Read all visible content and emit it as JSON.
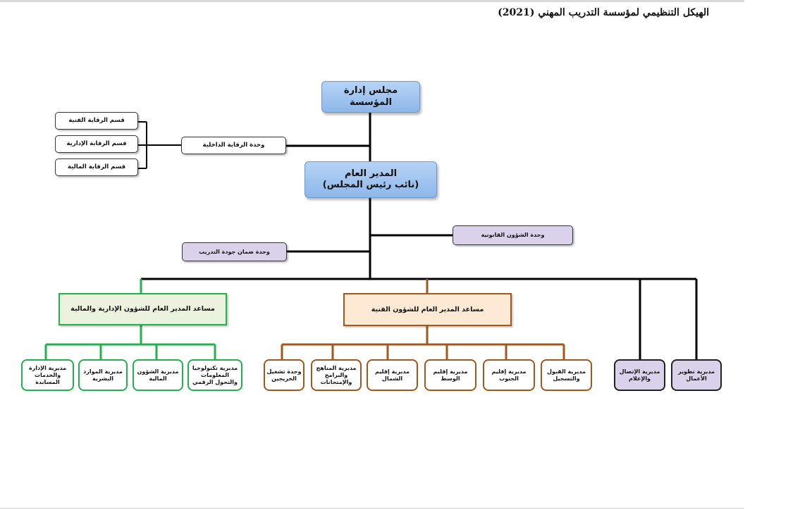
{
  "page": {
    "title": "الهيكل التنظيمي لمؤسسة التدريب المهني (2021)"
  },
  "board": {
    "label": "مجلس إدارة المؤسسة"
  },
  "director_general": {
    "title": "المدير العام",
    "subtitle": "(نائب رئيس المجلس)"
  },
  "internal_audit": {
    "unit_label": "وحدة الرقابة الداخلية",
    "sections": [
      "قسم الرقابة الفنية",
      "قسم الرقابة الإدارية",
      "قسم الرقابة المالية"
    ]
  },
  "legal_affairs": {
    "label": "وحدة الشؤون القانونية"
  },
  "quality_assurance": {
    "label": "وحدة ضمان جودة التدريب"
  },
  "admin_assistant": {
    "label": "مساعد المدير العام للشؤون الإدارية والمالية",
    "departments": [
      "مديرية الإدارة والخدمات المساندة",
      "مديرية الموارد البشرية",
      "مديرية الشؤون المالية",
      "مديرية تكنولوجيا المعلومات والتحول الرقمي"
    ]
  },
  "technical_assistant": {
    "label": "مساعد المدير العام للشؤون الفنية",
    "departments": [
      "وحدة تشغيل الخريجين",
      "مديرية المناهج والبرامج والإمتحانات",
      "مديرية إقليم الشمال",
      "مديرية إقليم الوسط",
      "مديرية إقليم الجنوب",
      "مديرية القبول والتسجيل"
    ]
  },
  "direct_departments": [
    "مديرية الإتصال والإعلام",
    "مديرية تطوير الأعمال"
  ],
  "colors": {
    "blue_box": "#a5c6f0",
    "lavender": "#d9d2ea",
    "admin_green": "#22b14c",
    "admin_fill": "#ebf3de",
    "technical_brown": "#a0581c",
    "technical_fill": "#fde9d4",
    "connector": "#000000"
  }
}
